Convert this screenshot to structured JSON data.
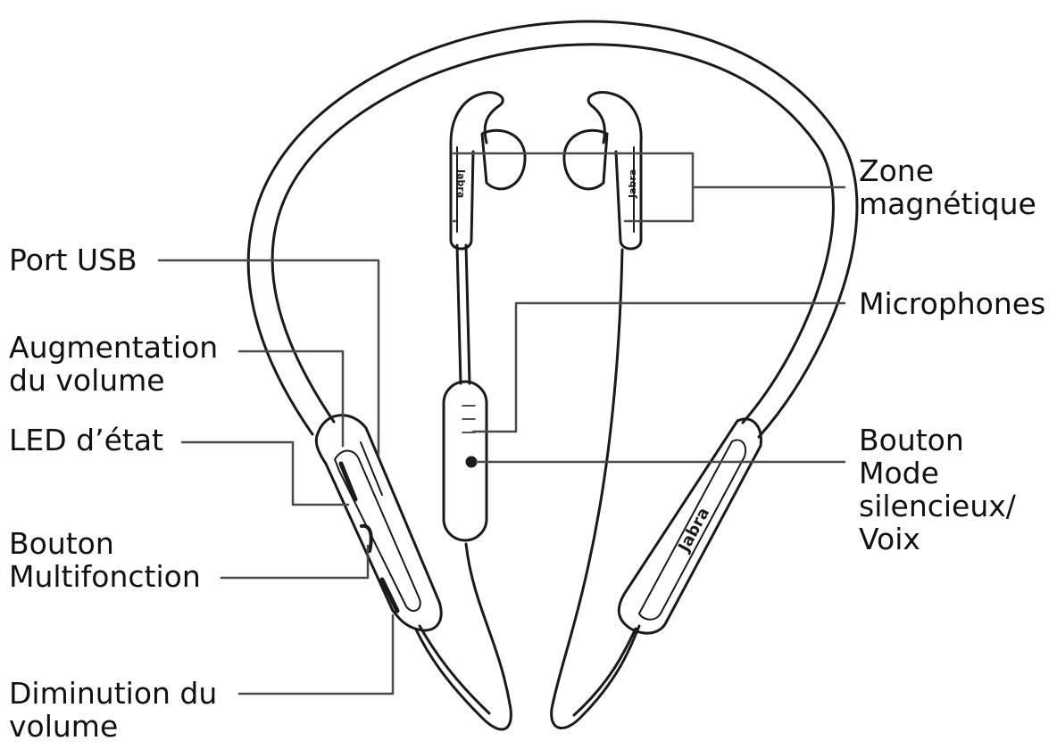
{
  "labels": {
    "usb_port": [
      "Port USB"
    ],
    "volume_up": [
      "Augmentation",
      "du volume"
    ],
    "status_led": [
      "LED d’état"
    ],
    "multifunction_button": [
      "Bouton",
      "Multifonction"
    ],
    "volume_down": [
      "Diminution du",
      "volume"
    ],
    "magnetic_zone": [
      "Zone",
      "magnétique"
    ],
    "microphones": [
      "Microphones"
    ],
    "mute_voice_button": [
      "Bouton",
      "Mode",
      "silencieux/",
      "Voix"
    ]
  },
  "brand_text": "Jabra"
}
